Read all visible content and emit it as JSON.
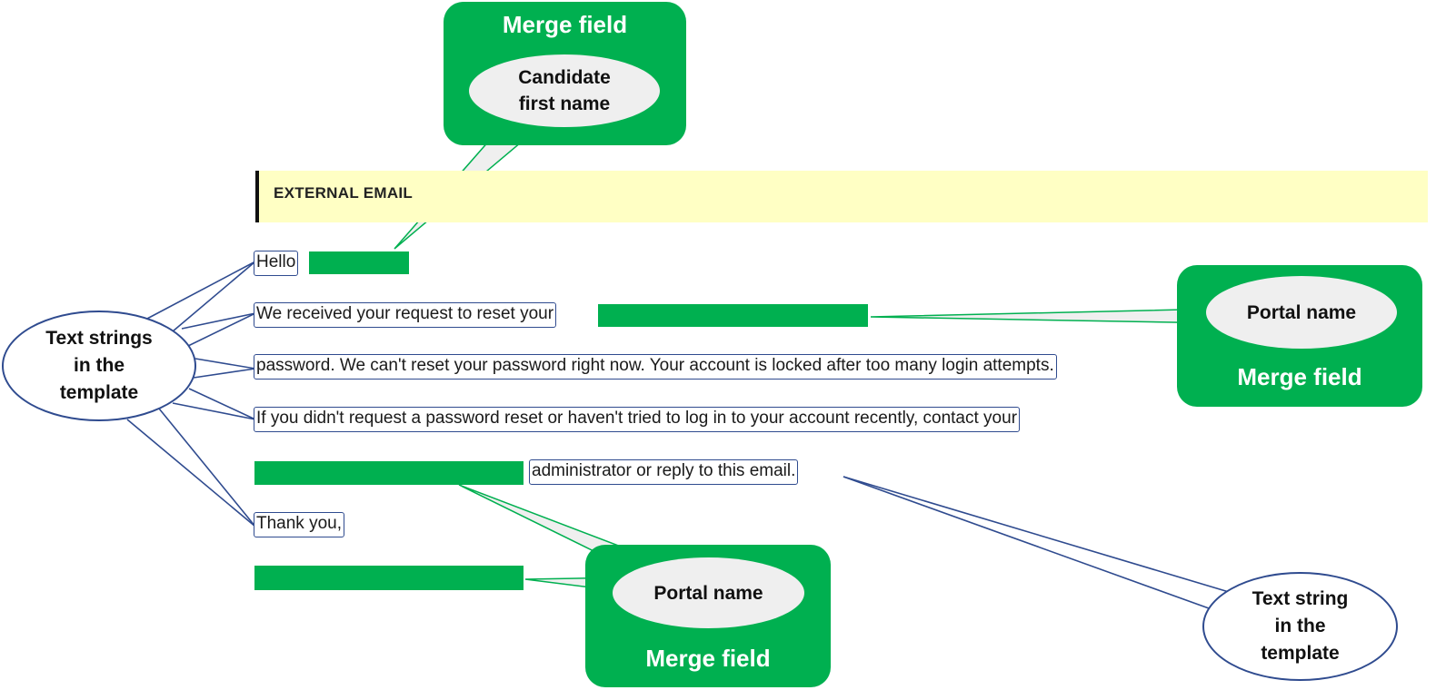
{
  "banner": {
    "label": "EXTERNAL EMAIL"
  },
  "template_lines": [
    "Hello",
    "We received your request to reset your",
    "password. We can't reset your password right now. Your account is locked after too many login attempts.",
    "If you didn't request a password reset or haven't tried to log in to your account recently, contact your",
    "administrator or reply to this email.",
    "Thank you,"
  ],
  "callouts": {
    "top_merge": {
      "title": "Merge field",
      "label_line1": "Candidate",
      "label_line2": "first name"
    },
    "right_merge": {
      "title": "Merge field",
      "label": "Portal name"
    },
    "bottom_merge": {
      "title": "Merge field",
      "label": "Portal name"
    },
    "left_strings": {
      "line1": "Text strings",
      "line2": "in the",
      "line3": "template"
    },
    "right_string": {
      "line1": "Text string",
      "line2": "in the",
      "line3": "template"
    }
  },
  "colors": {
    "merge_green": "#00b050",
    "connector_blue": "#2f4b8f",
    "banner_yellow": "#ffffc4",
    "oval_gray": "#efefef"
  }
}
